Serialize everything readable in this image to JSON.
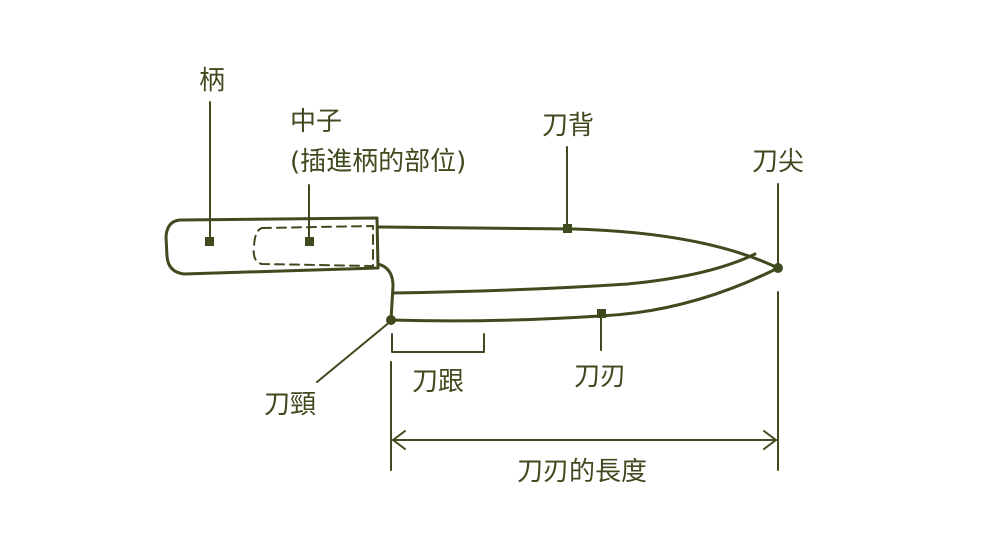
{
  "colors": {
    "ink": "#3f4a1e",
    "background": "#ffffff"
  },
  "labels": {
    "handle": "柄",
    "tang_line1": "中子",
    "tang_line2": "(插進柄的部位)",
    "spine": "刀背",
    "tip": "刀尖",
    "bolster": "刀頸",
    "heel": "刀跟",
    "edge": "刀刃",
    "blade_length": "刀刃的長度"
  }
}
